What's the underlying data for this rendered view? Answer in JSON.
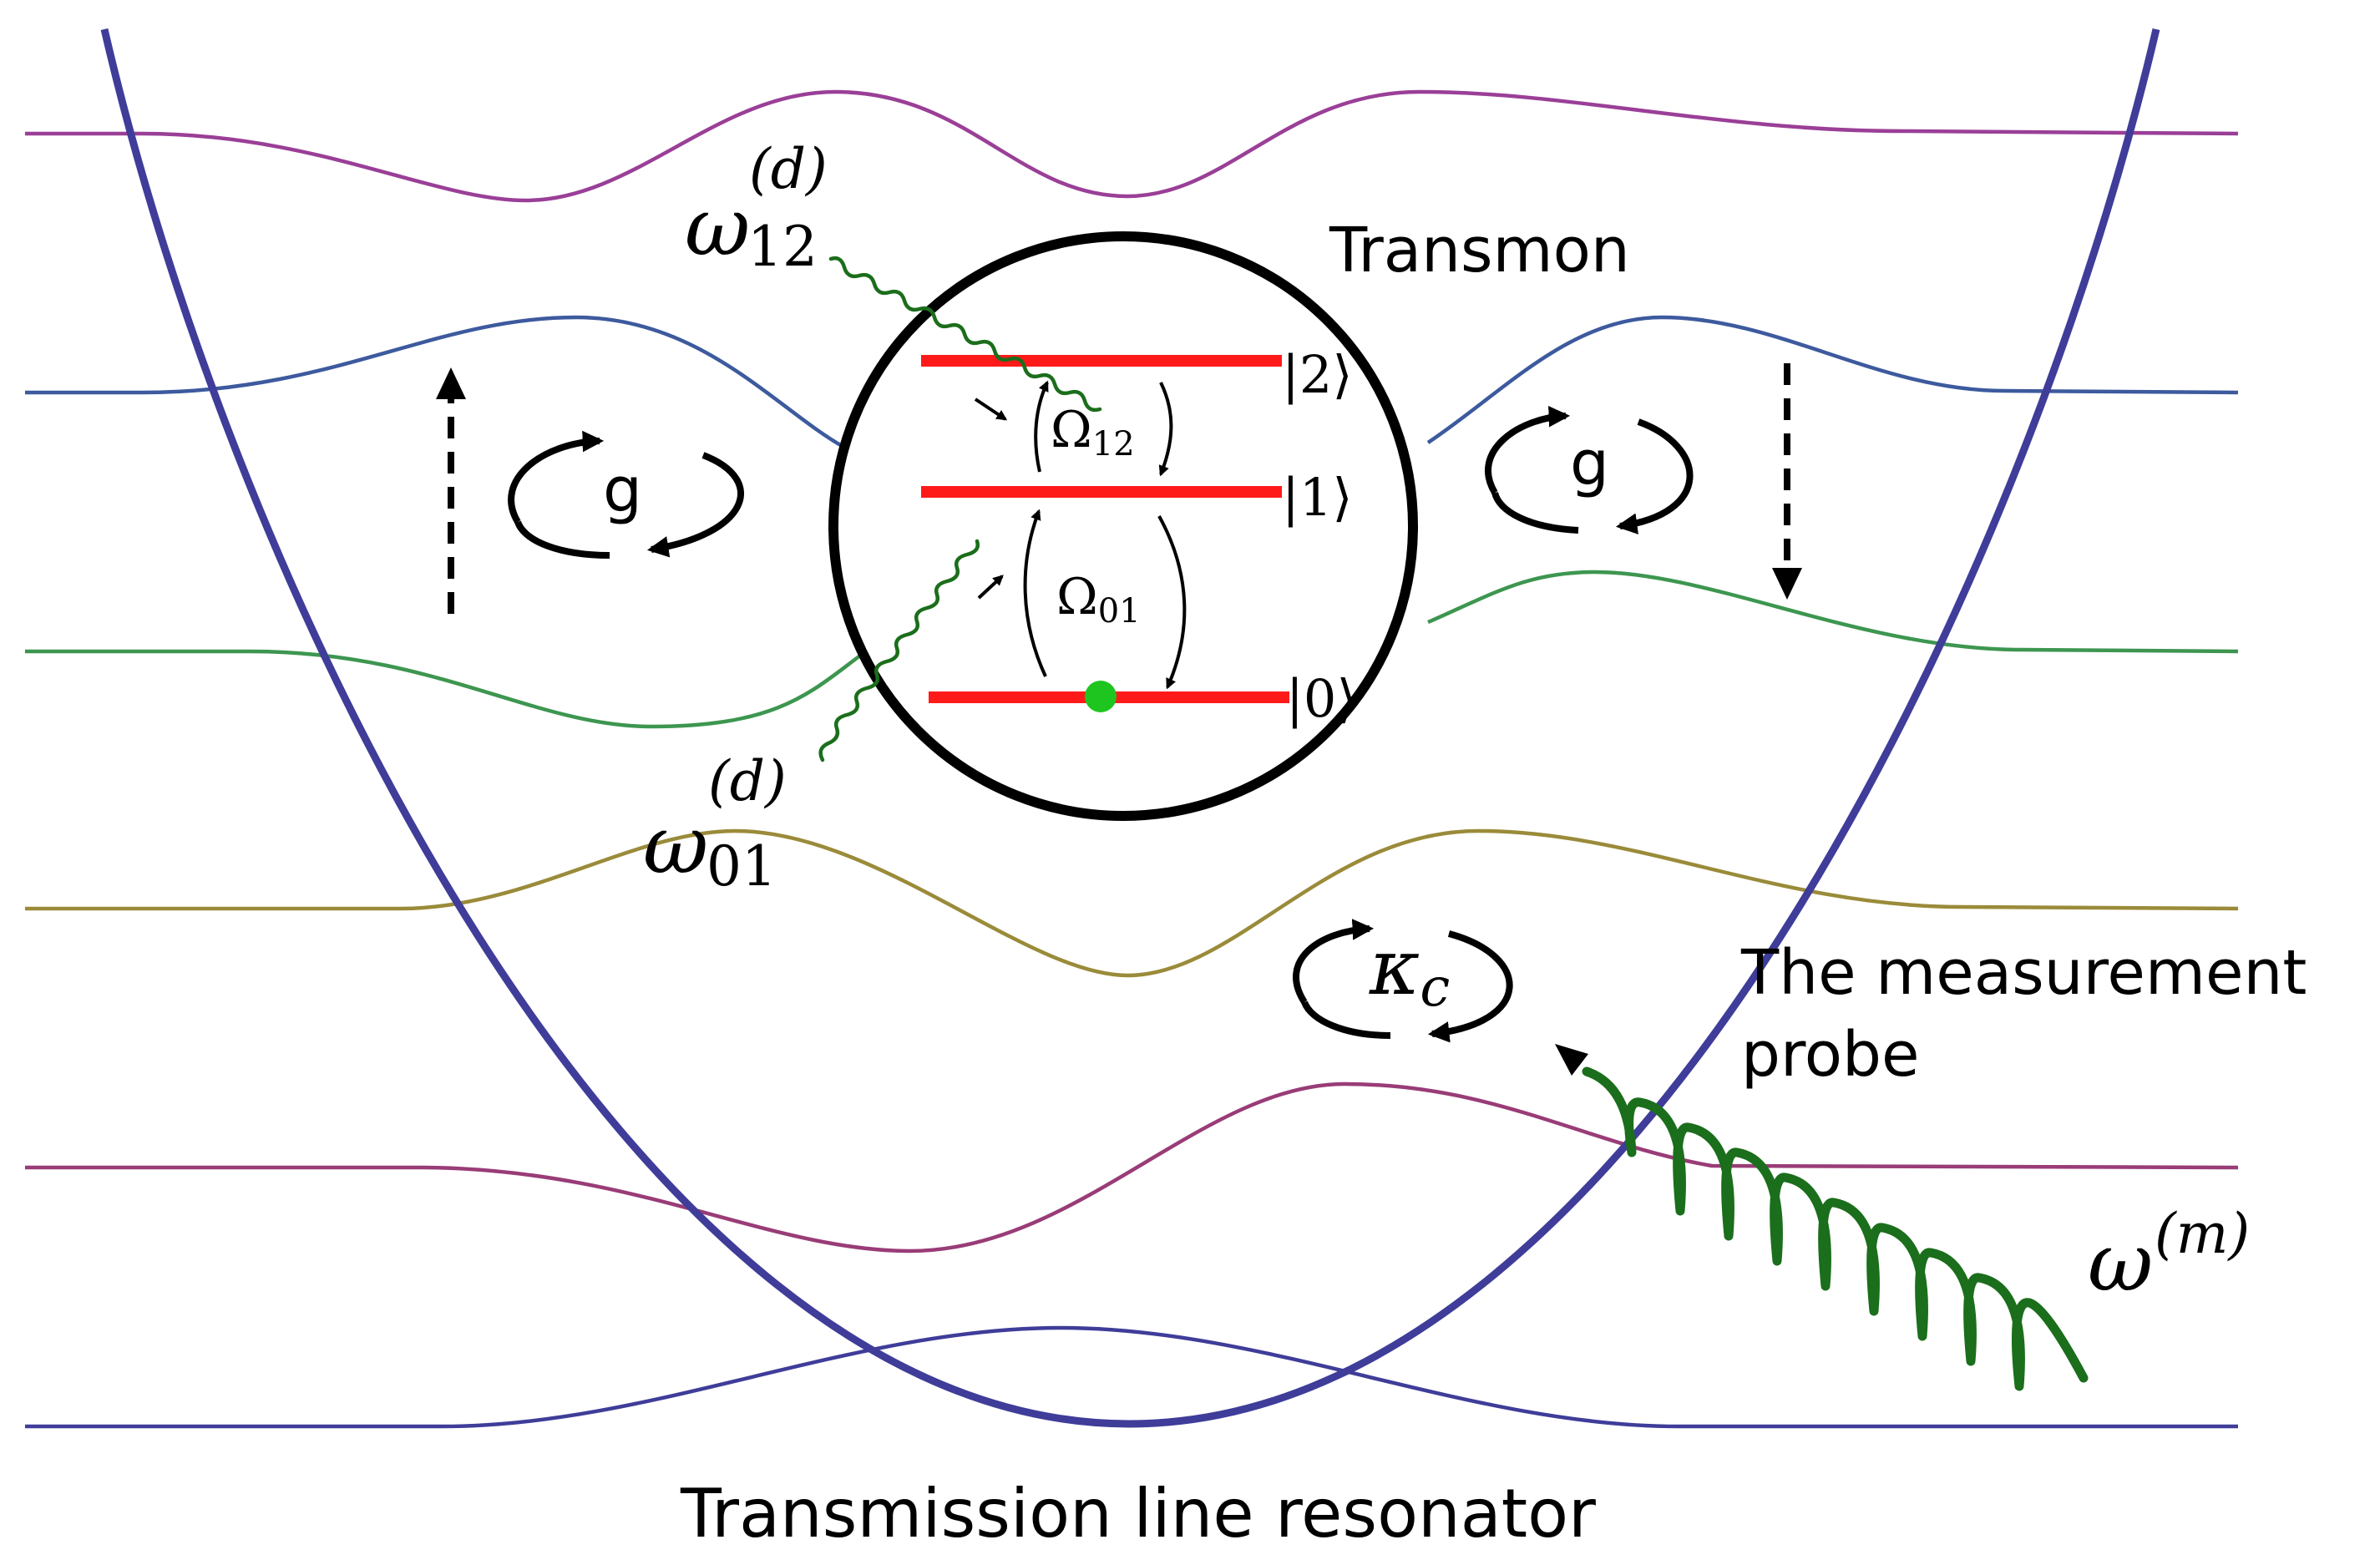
{
  "labels": {
    "transmon": "Transmon",
    "resonator": "Transmission line resonator",
    "probe_line1": "The measurement",
    "probe_line2": "probe",
    "coupling_left": "g",
    "coupling_right": "g",
    "kappa_symbol": "κ",
    "kappa_sub": "c",
    "level_2": "|2⟩",
    "level_1": "|1⟩",
    "level_0": "|0⟩",
    "omega_symbol": "ω",
    "rabi_symbol": "Ω",
    "sub_12": "12",
    "sub_01": "01",
    "sup_d": "(d)",
    "sup_m": "(m)"
  },
  "colors": {
    "parabola": "#3f3d99",
    "levels": "#ff1a1a",
    "drive": "#1b6e1b",
    "population": "#1ec51e",
    "mode_top": "#9a3f97",
    "mode_2": "#3d5a9e",
    "mode_3": "#3d9650",
    "mode_4": "#9a8b3a",
    "mode_5": "#993c77",
    "mode_bottom": "#3f3d99"
  }
}
